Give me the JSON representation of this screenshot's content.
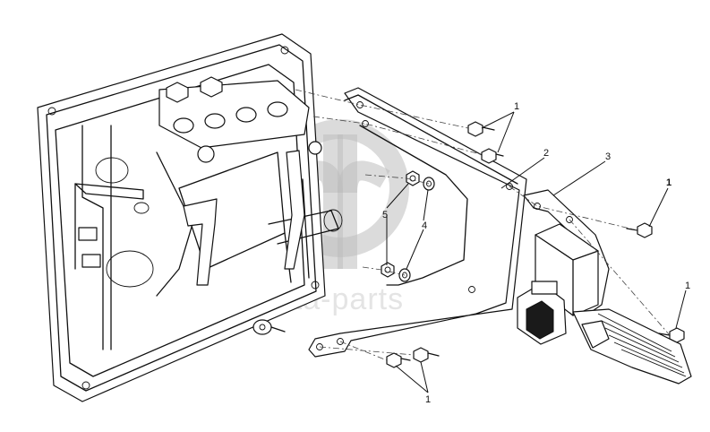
{
  "diagram": {
    "callouts": [
      {
        "id": "c1a",
        "label": "1"
      },
      {
        "id": "c2",
        "label": "2"
      },
      {
        "id": "c3",
        "label": "3"
      },
      {
        "id": "c1b",
        "label": "1"
      },
      {
        "id": "c5",
        "label": "5"
      },
      {
        "id": "c4",
        "label": "4"
      },
      {
        "id": "c1c",
        "label": "1"
      },
      {
        "id": "c1d",
        "label": "1"
      }
    ],
    "watermark_text": "data-parts"
  },
  "colors": {
    "line": "#111111",
    "background": "#ffffff",
    "watermark": "#bdbdbd"
  }
}
